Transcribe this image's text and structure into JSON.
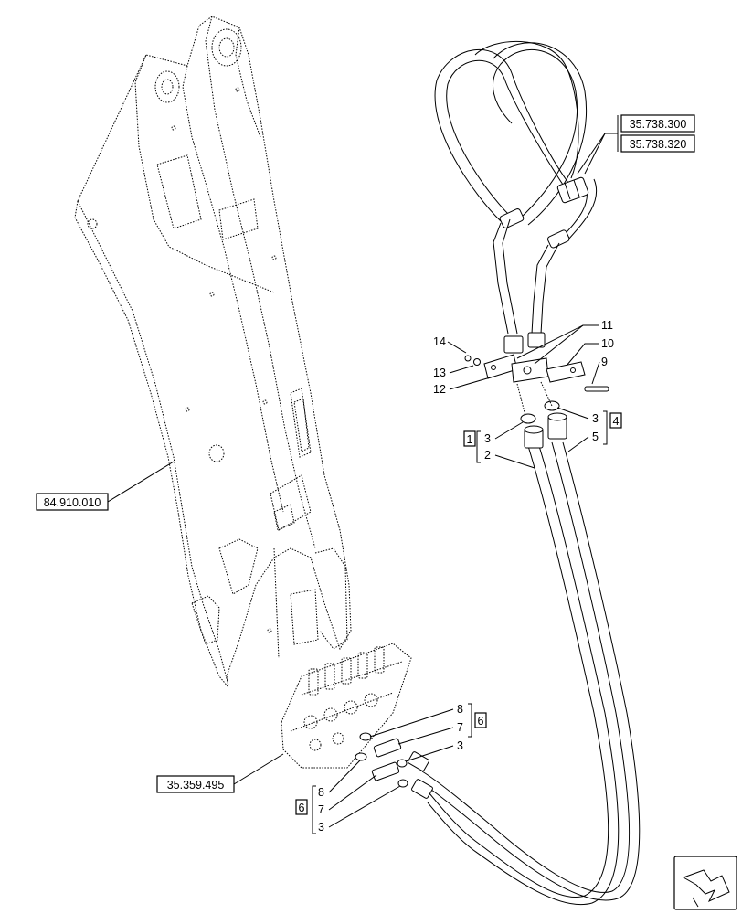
{
  "refs": {
    "boom": "84.910.010",
    "valve": "35.359.495",
    "hose_upper_a": "35.738.300",
    "hose_upper_b": "35.738.320"
  },
  "groups": {
    "g1": "1",
    "g4": "4",
    "g6_right": "6",
    "g6_left": "6"
  },
  "items": {
    "i14": "14",
    "i13": "13",
    "i12": "12",
    "i11": "11",
    "i10": "10",
    "i9": "9",
    "i3_left": "3",
    "i2": "2",
    "i3_right": "3",
    "i5": "5",
    "i8_right": "8",
    "i7_right": "7",
    "i3_valve_right": "3",
    "i8_left": "8",
    "i7_left": "7",
    "i3_valve_left": "3"
  },
  "icons": {
    "nav": "next-page-arrow-icon"
  }
}
